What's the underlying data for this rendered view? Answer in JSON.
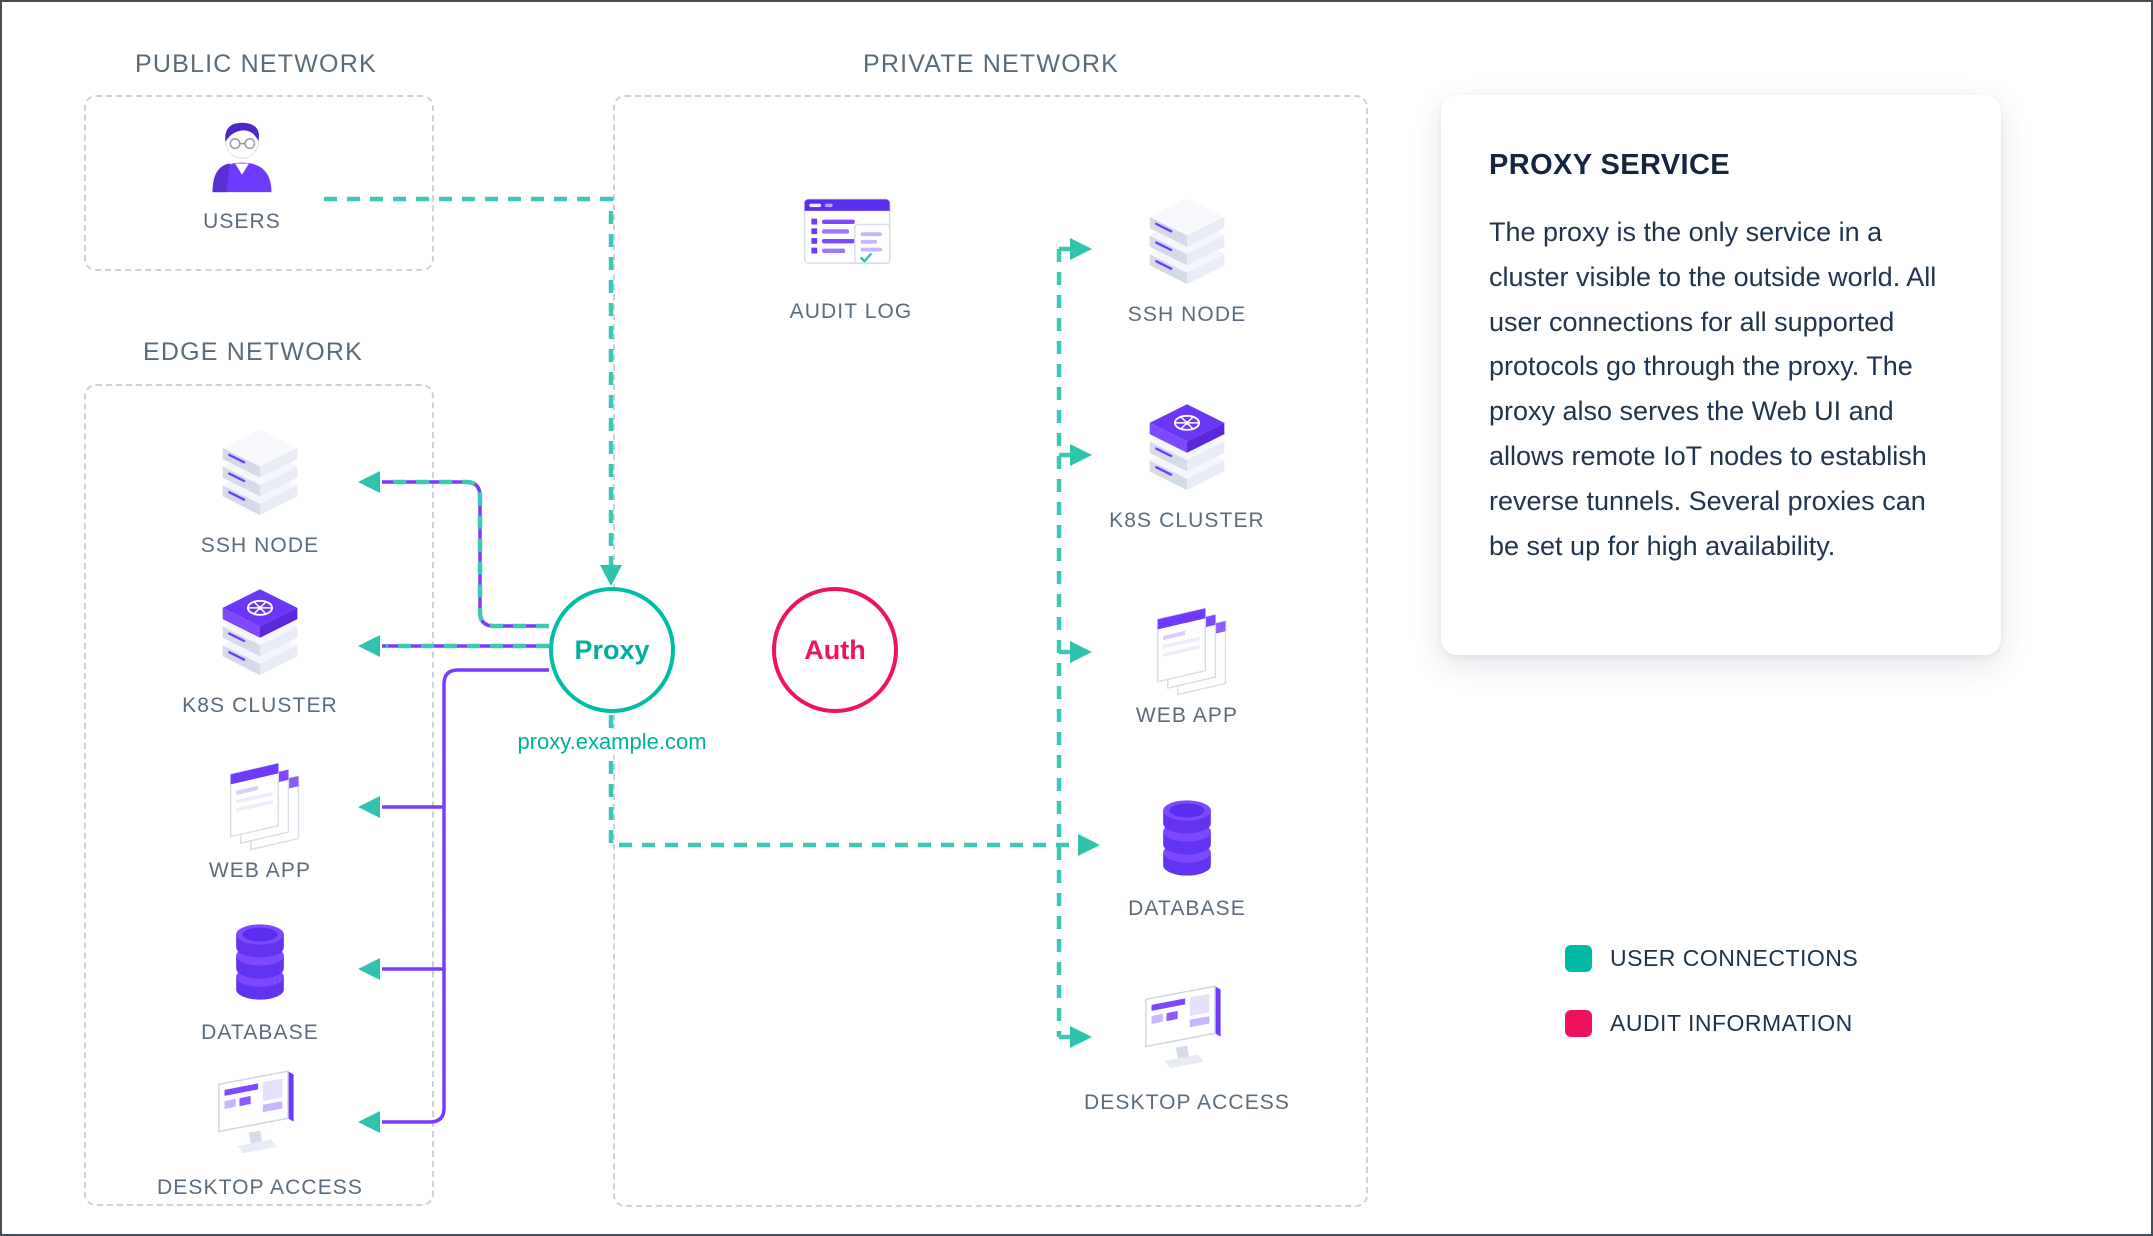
{
  "colors": {
    "teal_accent": "#00bda6",
    "teal_line": "#3cc8b4",
    "pink_accent": "#ee135f",
    "purple_accent": "#6e3aff"
  },
  "public_network": {
    "title": "PUBLIC NETWORK",
    "items": [
      {
        "label": "USERS",
        "icon": "users-icon"
      }
    ]
  },
  "edge_network": {
    "title": "EDGE NETWORK",
    "items": [
      {
        "label": "SSH NODE",
        "icon": "server-stack-icon"
      },
      {
        "label": "K8S CLUSTER",
        "icon": "kubernetes-cluster-icon"
      },
      {
        "label": "WEB APP",
        "icon": "browser-windows-icon"
      },
      {
        "label": "DATABASE",
        "icon": "database-icon"
      },
      {
        "label": "DESKTOP ACCESS",
        "icon": "desktop-monitor-icon"
      }
    ]
  },
  "private_network": {
    "title": "PRIVATE NETWORK",
    "audit_label": "AUDIT LOG",
    "audit_icon": "audit-log-icon",
    "items": [
      {
        "label": "SSH NODE",
        "icon": "server-stack-icon"
      },
      {
        "label": "K8S CLUSTER",
        "icon": "kubernetes-cluster-icon"
      },
      {
        "label": "WEB APP",
        "icon": "browser-windows-icon"
      },
      {
        "label": "DATABASE",
        "icon": "database-icon"
      },
      {
        "label": "DESKTOP ACCESS",
        "icon": "desktop-monitor-icon"
      }
    ]
  },
  "proxy": {
    "label": "Proxy",
    "domain": "proxy.example.com"
  },
  "auth": {
    "label": "Auth"
  },
  "info_card": {
    "title": "PROXY SERVICE",
    "body": "The proxy is the only service in a cluster visible to the outside world. All user connections for all supported protocols go through the proxy. The proxy also serves the Web UI and allows remote IoT nodes to establish reverse tunnels. Several proxies can be set up for high availability."
  },
  "legend": {
    "items": [
      {
        "label": "USER CONNECTIONS",
        "color": "#00b9a4"
      },
      {
        "label": "AUDIT INFORMATION",
        "color": "#ee135f"
      }
    ]
  }
}
